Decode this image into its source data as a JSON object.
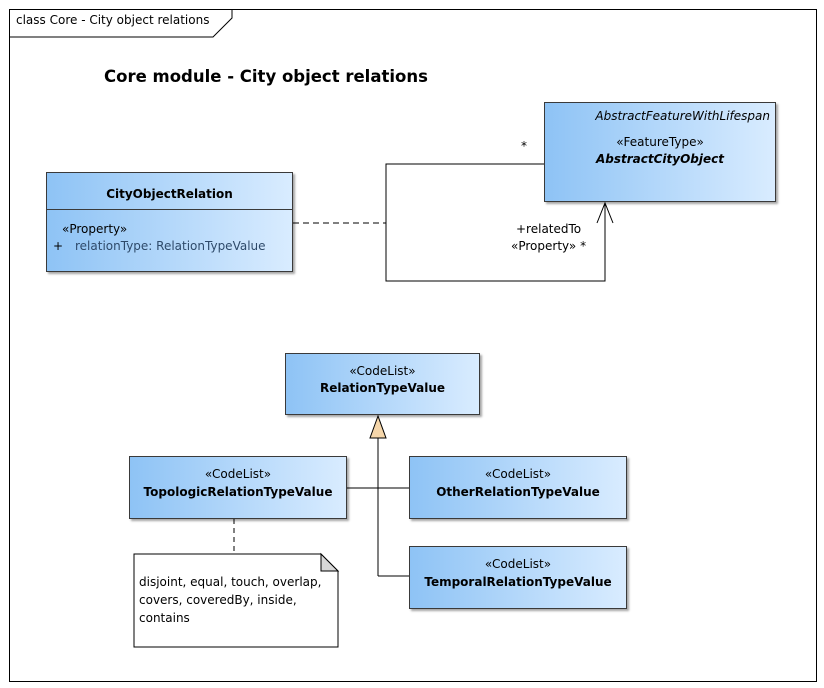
{
  "frame": {
    "label": "class Core - City object relations"
  },
  "heading": "Core module - City object relations",
  "city_object_relation": {
    "name": "CityObjectRelation",
    "stereotype": "«Property»",
    "visibility": "+",
    "attribute": "relationType: RelationTypeValue"
  },
  "abstract_city_object": {
    "parent": "AbstractFeatureWithLifespan",
    "stereotype": "«FeatureType»",
    "name": "AbstractCityObject"
  },
  "association": {
    "multiplicity_top": "*",
    "role": "+relatedTo",
    "role_stereotype": "«Property» *"
  },
  "relation_type_value": {
    "stereotype": "«CodeList»",
    "name": "RelationTypeValue"
  },
  "topologic_relation_type_value": {
    "stereotype": "«CodeList»",
    "name": "TopologicRelationTypeValue"
  },
  "other_relation_type_value": {
    "stereotype": "«CodeList»",
    "name": "OtherRelationTypeValue"
  },
  "temporal_relation_type_value": {
    "stereotype": "«CodeList»",
    "name": "TemporalRelationTypeValue"
  },
  "note": {
    "text": "disjoint, equal, touch, overlap, covers, coveredBy, inside, contains"
  },
  "colors": {
    "class_fill_dark": "#8ec3f5",
    "class_fill_light": "#d9ecff",
    "inheritance_arrow": "#f5d6aa"
  }
}
